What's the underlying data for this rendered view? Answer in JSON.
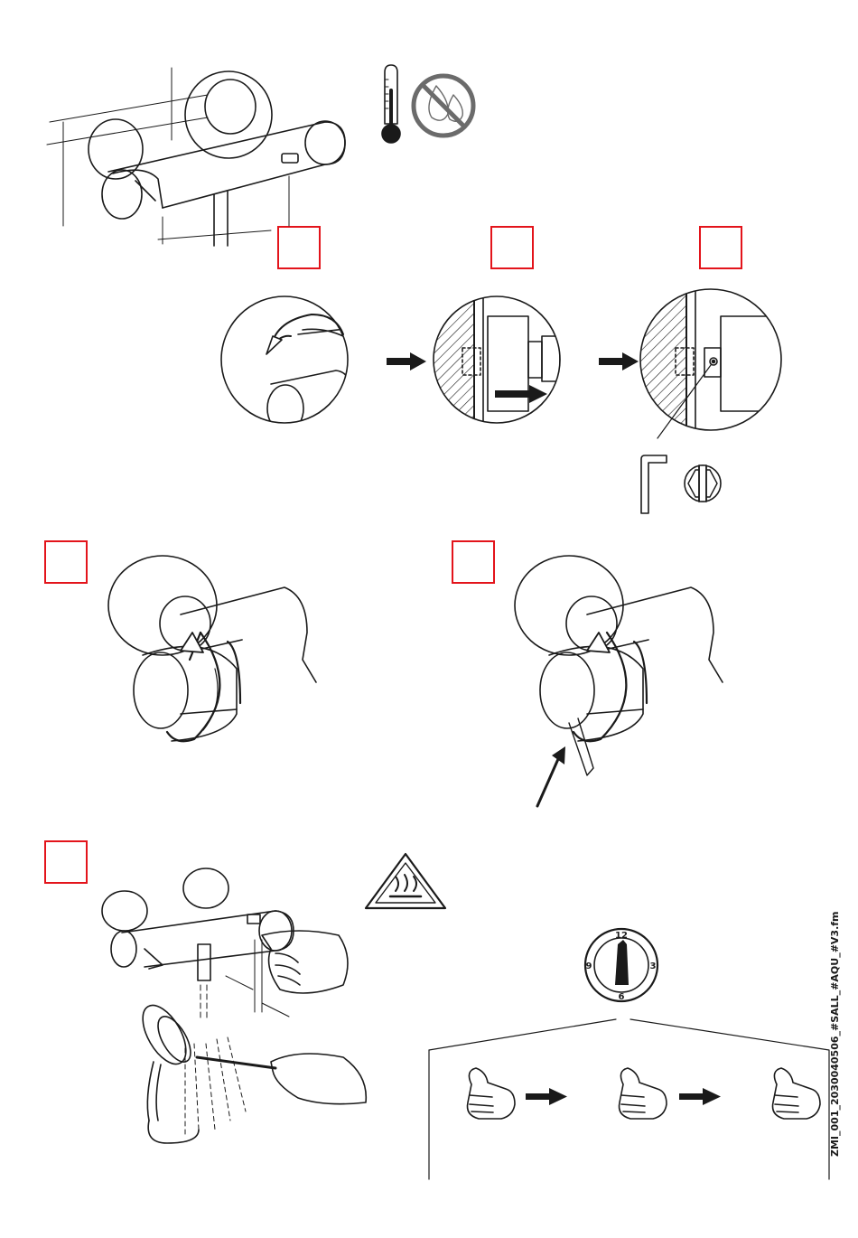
{
  "document": {
    "file_label": "ZMI_001_2030040506_#SALL_#AQU_#V3.fm"
  },
  "timer_dial": {
    "tick_labels": [
      "12",
      "3",
      "6",
      "9"
    ]
  },
  "colors": {
    "step_box": "#e3141b",
    "line": "#1a1a1a",
    "background": "#ffffff"
  },
  "icons": [
    "thermometer-icon",
    "no-hot-water-icon",
    "hex-key-icon",
    "hex-socket-icon",
    "hot-surface-warning-icon",
    "timer-dial-icon",
    "thumb-icon"
  ]
}
